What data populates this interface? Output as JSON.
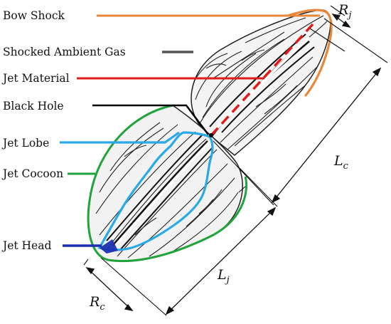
{
  "labels": {
    "bow_shock": "Bow Shock",
    "shocked_ambient_gas": "Shocked Ambient Gas",
    "jet_material": "Jet Material",
    "black_hole": "Black Hole",
    "jet_lobe": "Jet Lobe",
    "jet_cocoon": "Jet Cocoon",
    "jet_head": "Jet Head"
  },
  "dimensions": {
    "rj": {
      "sym": "R",
      "sub": "j"
    },
    "lc": {
      "sym": "L",
      "sub": "c"
    },
    "lj": {
      "sym": "L",
      "sub": "j"
    },
    "rc": {
      "sym": "R",
      "sub": "c"
    }
  },
  "colors": {
    "bow_shock": "#e8873a",
    "shocked_ambient_gas": "#555555",
    "jet_material": "#e01b1b",
    "black_hole": "#000000",
    "jet_lobe": "#29a9e6",
    "jet_cocoon": "#1fa33a",
    "jet_head": "#1c2fb0"
  }
}
